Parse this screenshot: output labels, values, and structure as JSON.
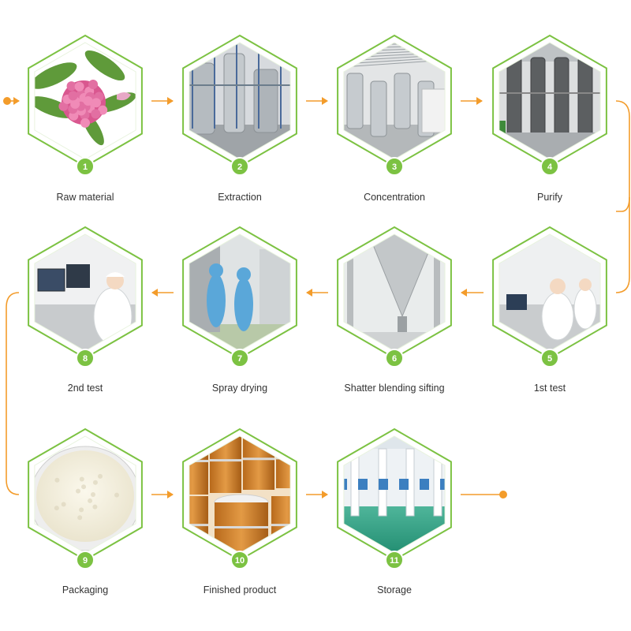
{
  "colors": {
    "accent_orange": "#f39c2b",
    "accent_green": "#7cc242",
    "badge_text": "#ffffff",
    "label_text": "#333333"
  },
  "steps": [
    {
      "number": "1",
      "label": "Raw material",
      "picture": "red-clover-flower"
    },
    {
      "number": "2",
      "label": "Extraction",
      "picture": "extraction-tanks"
    },
    {
      "number": "3",
      "label": "Concentration",
      "picture": "concentration-plant"
    },
    {
      "number": "4",
      "label": "Purify",
      "picture": "purification-columns"
    },
    {
      "number": "5",
      "label": "1st test",
      "picture": "lab-technicians-at-computer"
    },
    {
      "number": "6",
      "label": "Shatter blending sifting",
      "picture": "conical-blending-hopper"
    },
    {
      "number": "7",
      "label": "Spray drying",
      "picture": "workers-at-spray-dryer"
    },
    {
      "number": "8",
      "label": "2nd test",
      "picture": "lab-technician-at-computer"
    },
    {
      "number": "9",
      "label": "Packaging",
      "picture": "white-powder-in-dish"
    },
    {
      "number": "10",
      "label": "Finished product",
      "picture": "stacked-fiber-drums"
    },
    {
      "number": "11",
      "label": "Storage",
      "picture": "empty-warehouse"
    }
  ]
}
